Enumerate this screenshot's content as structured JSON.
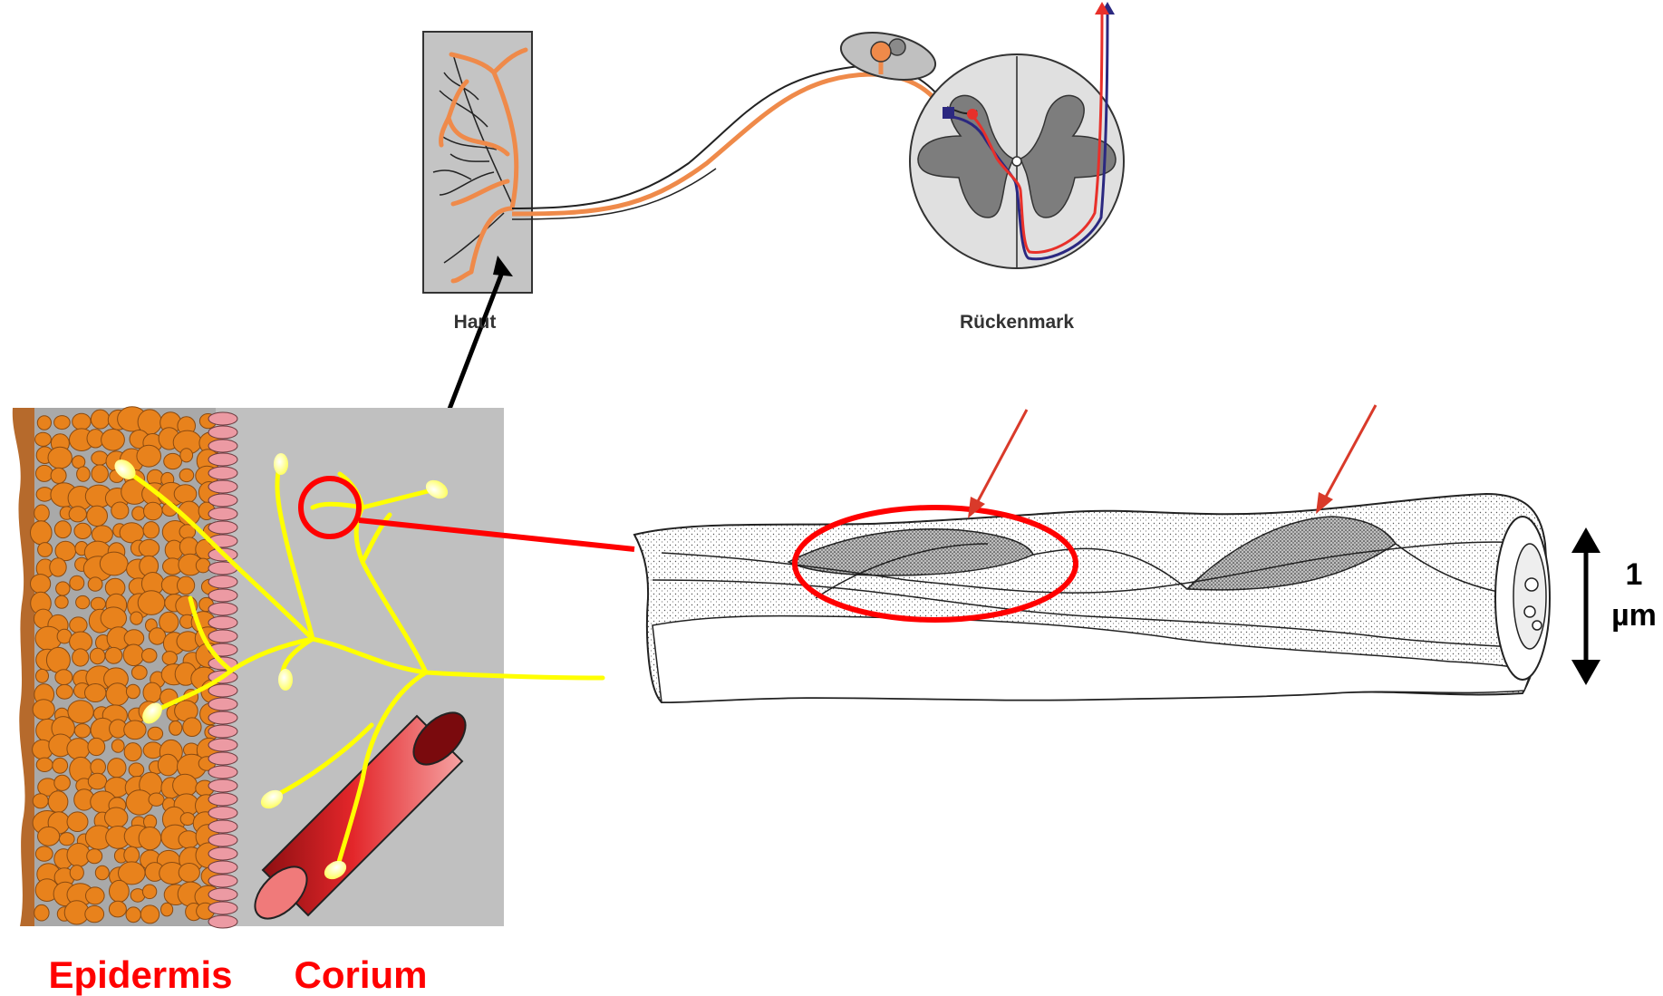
{
  "labels": {
    "skin": "Haut",
    "spinal_cord": "Rückenmark",
    "epidermis": "Epidermis",
    "corium": "Corium",
    "scale_value": "1",
    "scale_unit": "µm"
  },
  "colors": {
    "background": "#ffffff",
    "skin_panel": "#c0c0c0",
    "orange_nerve": "#ef8a4a",
    "cell_orange": "#e8821c",
    "cell_border": "#8a4a10",
    "basal_pink": "#ec9aa3",
    "yellow_fiber": "#ffff00",
    "vessel_red": "#e3262a",
    "highlight_red": "#ff0000",
    "arrow_red": "#d93a2a",
    "grey_matter": "#7d7d7d",
    "white_matter": "#e0e0e0",
    "tract_blue": "#2b2880",
    "tract_red": "#e8302a"
  },
  "icons": {
    "skin_to_overview_arrow": "arrow-up-icon",
    "marker_arrow": "arrow-down-left-icon",
    "scale_bar": "double-arrow-vertical-icon"
  }
}
